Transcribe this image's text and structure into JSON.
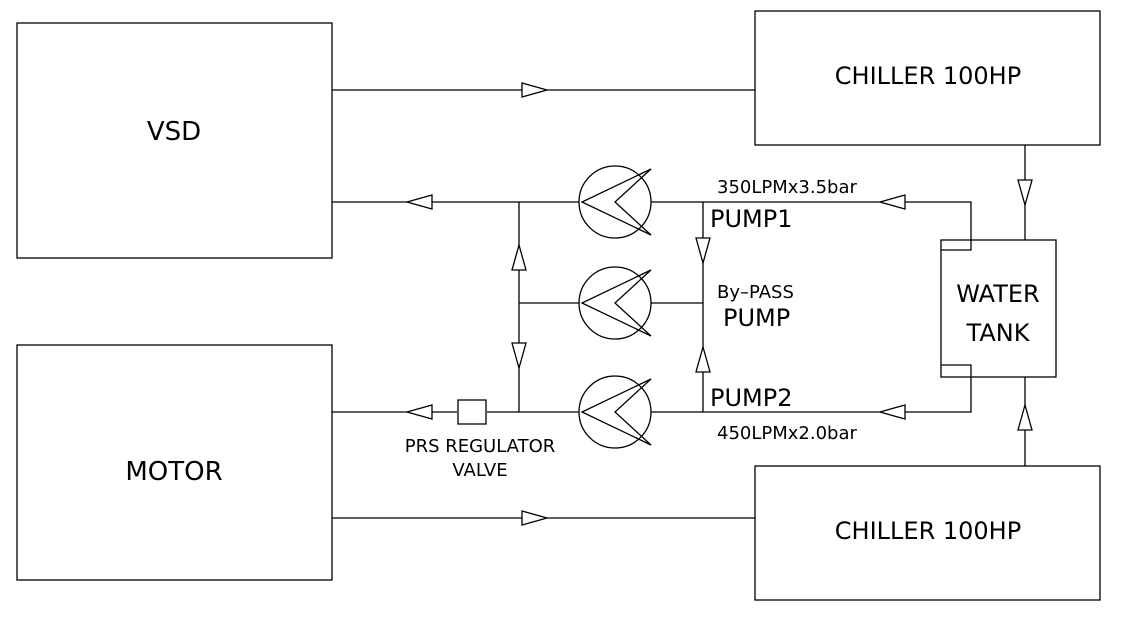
{
  "equipment": {
    "vsd": "VSD",
    "motor": "MOTOR",
    "chiller_top": "CHILLER 100HP",
    "chiller_bottom": "CHILLER 100HP",
    "water_tank_line1": "WATER",
    "water_tank_line2": "TANK"
  },
  "pumps": {
    "pump1_label": "PUMP1",
    "pump1_rating": "350LPMx3.5bar",
    "bypass_line1": "By–PASS",
    "bypass_line2": "PUMP",
    "pump2_label": "PUMP2",
    "pump2_rating": "450LPMx2.0bar"
  },
  "valve": {
    "line1": "PRS REGULATOR",
    "line2": "VALVE"
  }
}
